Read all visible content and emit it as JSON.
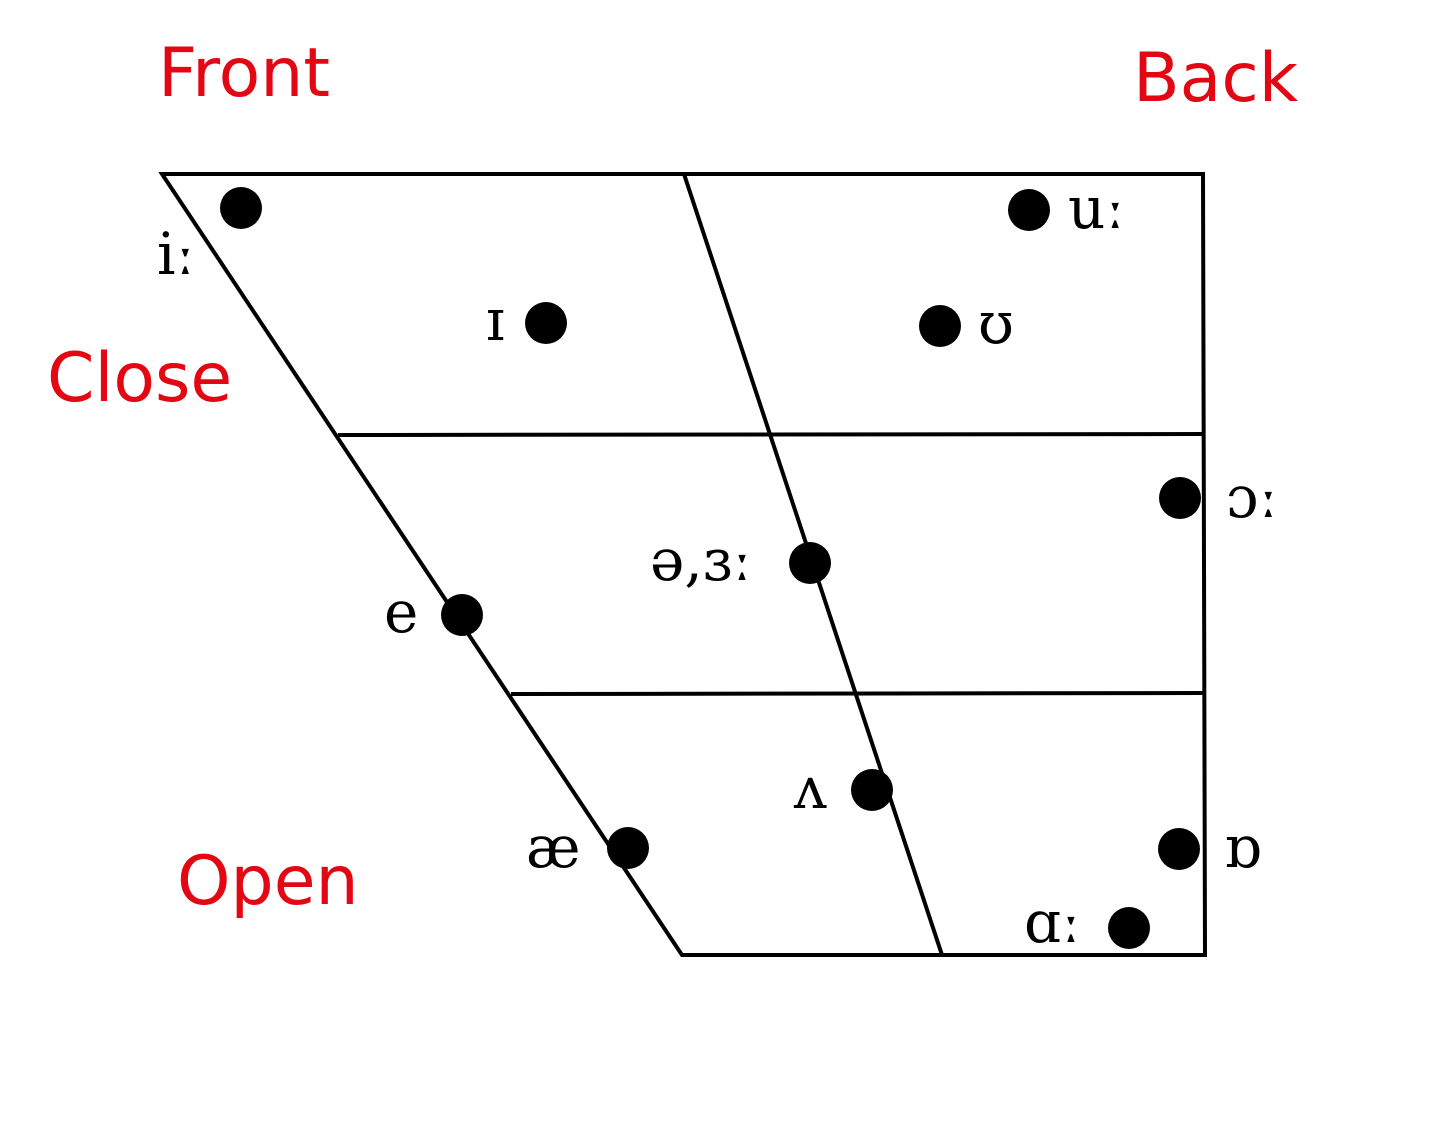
{
  "labels": {
    "front": "Front",
    "back": "Back",
    "close": "Close",
    "open": "Open"
  },
  "vowels": {
    "i_long": "iː",
    "u_long": "uː",
    "short_i": "ɪ",
    "upsilon": "ʊ",
    "open_o_long": "ɔː",
    "schwa_er": "ə,ɜː",
    "e": "e",
    "wedge": "ʌ",
    "ash": "æ",
    "turned_a": "ɒ",
    "a_long": "ɑː"
  },
  "colors": {
    "label_color": "#e30613",
    "line_color": "#000000"
  }
}
